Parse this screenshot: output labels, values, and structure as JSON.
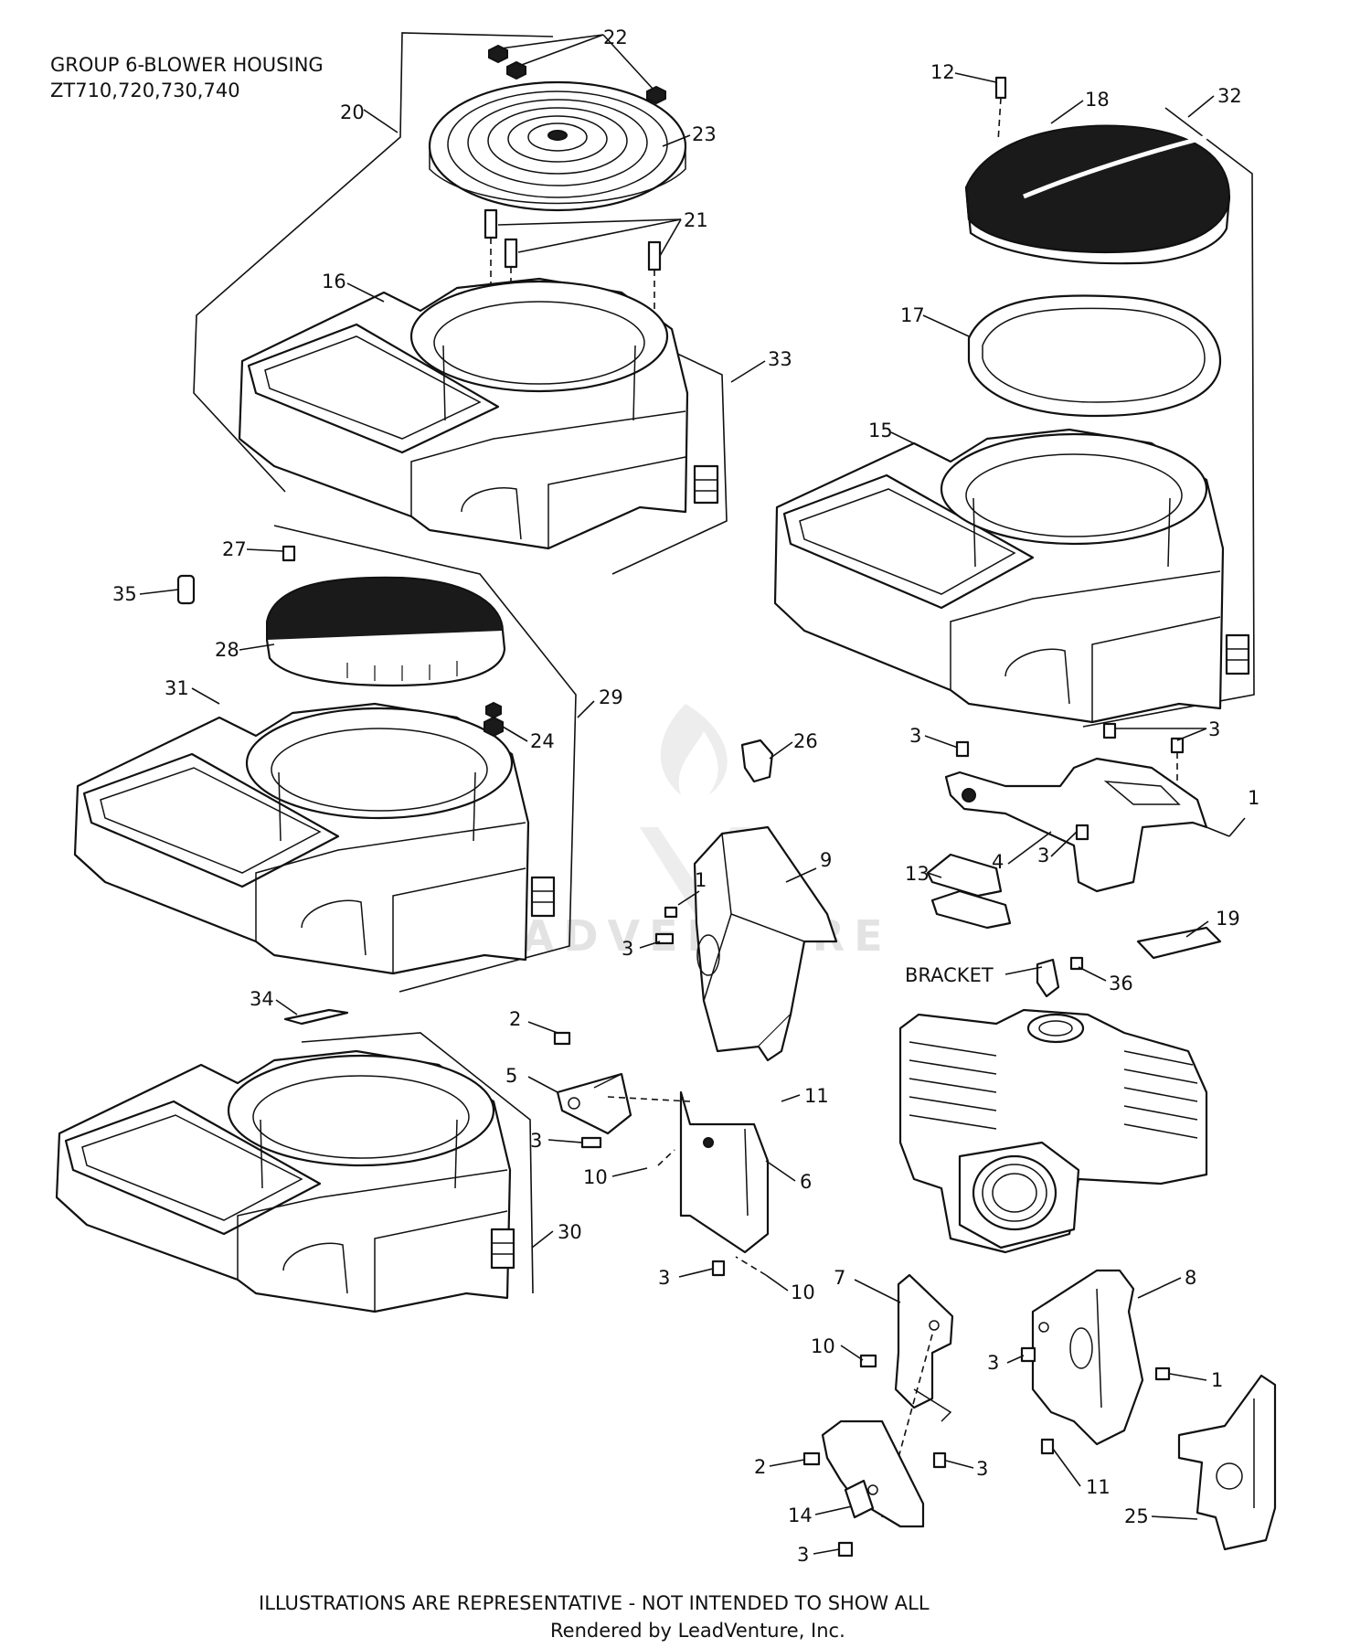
{
  "header": {
    "title_line1": "GROUP 6-BLOWER HOUSING",
    "title_line2": "ZT710,720,730,740"
  },
  "watermark": {
    "text": "LEADVENTURE"
  },
  "callouts": {
    "c1a": "1",
    "c1b": "1",
    "c1c": "1",
    "c2a": "2",
    "c2b": "2",
    "c3a": "3",
    "c3b": "3",
    "c3c": "3",
    "c3d": "3",
    "c3e": "3",
    "c3f": "3",
    "c3g": "3",
    "c3h": "3",
    "c3i": "3",
    "c4": "4",
    "c5": "5",
    "c6": "6",
    "c7": "7",
    "c8": "8",
    "c9": "9",
    "c10a": "10",
    "c10b": "10",
    "c10c": "10",
    "c11a": "11",
    "c11b": "11",
    "c12": "12",
    "c13": "13",
    "c14": "14",
    "c15": "15",
    "c16": "16",
    "c17": "17",
    "c18": "18",
    "c19": "19",
    "c20": "20",
    "c21": "21",
    "c22": "22",
    "c23": "23",
    "c24": "24",
    "c25": "25",
    "c26": "26",
    "c27": "27",
    "c28": "28",
    "c29": "29",
    "c30": "30",
    "c31": "31",
    "c32": "32",
    "c33": "33",
    "c34": "34",
    "c35": "35",
    "c36": "36",
    "bracket": "BRACKET"
  },
  "footer": {
    "disclaimer": "ILLUSTRATIONS ARE REPRESENTATIVE - NOT INTENDED TO SHOW ALL",
    "credit": "Rendered by LeadVenture, Inc."
  }
}
